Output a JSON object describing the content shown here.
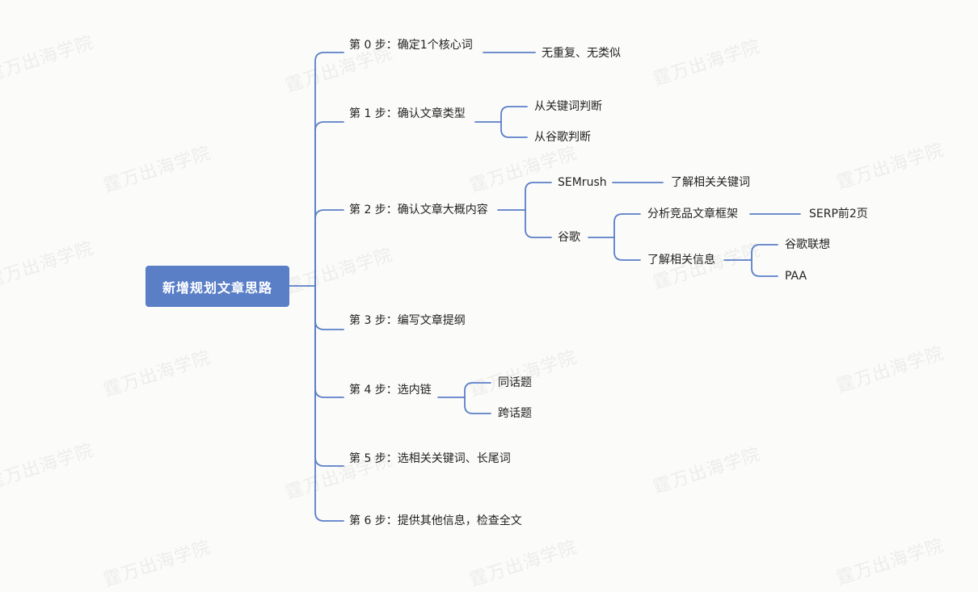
{
  "root": "新增规划文章思路",
  "watermark_text": "霆万出海学院",
  "steps": [
    {
      "label": "第 0 步：确定1个核心词",
      "children": [
        {
          "label": "无重复、无类似"
        }
      ]
    },
    {
      "label": "第 1 步：确认文章类型",
      "children": [
        {
          "label": "从关键词判断"
        },
        {
          "label": "从谷歌判断"
        }
      ]
    },
    {
      "label": "第 2 步：确认文章大概内容",
      "children": [
        {
          "label": "SEMrush",
          "children": [
            {
              "label": "了解相关关键词"
            }
          ]
        },
        {
          "label": "谷歌",
          "children": [
            {
              "label": "分析竞品文章框架",
              "children": [
                {
                  "label": "SERP前2页"
                }
              ]
            },
            {
              "label": "了解相关信息",
              "children": [
                {
                  "label": "谷歌联想"
                },
                {
                  "label": "PAA"
                }
              ]
            }
          ]
        }
      ]
    },
    {
      "label": "第 3 步：编写文章提纲"
    },
    {
      "label": "第 4 步：选内链",
      "children": [
        {
          "label": "同话题"
        },
        {
          "label": "跨话题"
        }
      ]
    },
    {
      "label": "第 5 步：选相关关键词、长尾词"
    },
    {
      "label": "第 6 步：提供其他信息，检查全文"
    }
  ],
  "colors": {
    "line": "#5a7fc7",
    "root_fill": "#5a7fc7",
    "root_text": "#ffffff",
    "text": "#222222"
  }
}
